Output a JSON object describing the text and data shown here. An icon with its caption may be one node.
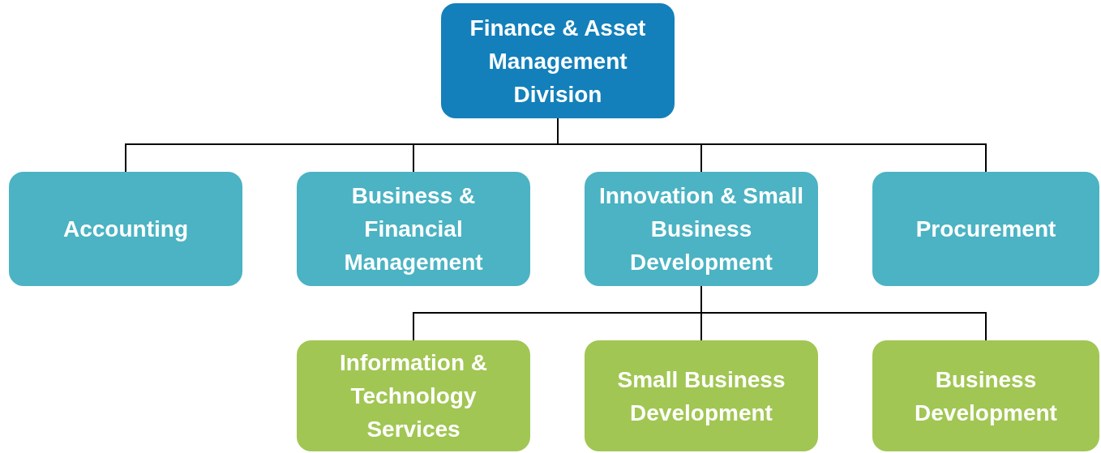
{
  "diagram": {
    "nodes": [
      {
        "text": [
          "Finance & Asset Management Division"
        ]
      },
      {
        "text": [
          "Accounting"
        ]
      },
      {
        "text": [
          "Business & Financial Management"
        ]
      },
      {
        "text": [
          "Innovation & Small Business Development"
        ]
      },
      {
        "text": [
          "Procurement"
        ]
      },
      {
        "text": [
          "Information & Technology Services"
        ]
      },
      {
        "text": [
          "Small Business Development"
        ]
      },
      {
        "text": [
          "Business Development"
        ]
      }
    ],
    "edges": [
      {
        "from": 0,
        "to": 1,
        "arrow": "none"
      },
      {
        "from": 0,
        "to": 2,
        "arrow": "none"
      },
      {
        "from": 0,
        "to": 3,
        "arrow": "none"
      },
      {
        "from": 0,
        "to": 4,
        "arrow": "none"
      },
      {
        "from": 3,
        "to": 5,
        "arrow": "none"
      },
      {
        "from": 3,
        "to": 6,
        "arrow": "none"
      },
      {
        "from": 3,
        "to": 7,
        "arrow": "none"
      }
    ]
  }
}
